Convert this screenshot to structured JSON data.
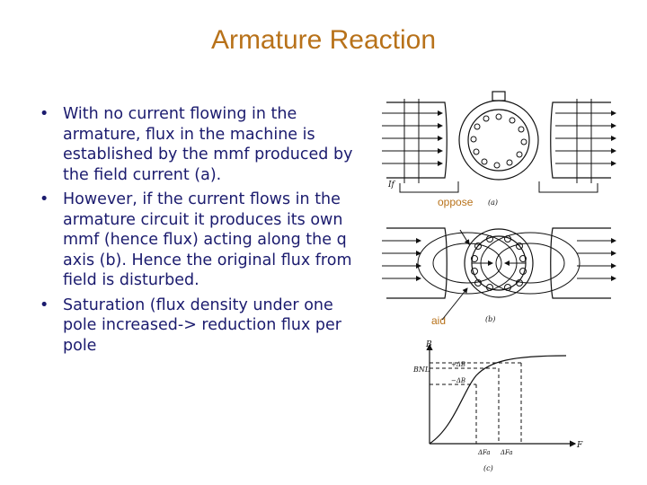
{
  "slide": {
    "title": "Armature Reaction",
    "bullets": [
      "With no current flowing in the armature, flux in the machine is established by the mmf produced by the field current (a).",
      "However, if the current flows in the armature circuit it produces its own mmf (hence flux) acting along the q axis (b). Hence the original flux from field is disturbed.",
      "Saturation (flux density under one pole increased-> reduction flux per pole"
    ]
  },
  "figure": {
    "annotations": {
      "oppose": "oppose",
      "aid": "aid"
    },
    "panel_a": {
      "label": "(a)",
      "current_label": "If"
    },
    "panel_b": {
      "label": "(b)"
    },
    "panel_c": {
      "label": "(c)",
      "y_axis": "B",
      "x_axis": "F",
      "bnl_label": "BNL",
      "plus_delta_b": "+ΔB",
      "minus_delta_b": "−ΔB",
      "delta_f_a": "ΔFa",
      "delta_f_b": "ΔFa"
    },
    "colors": {
      "annotation": "#b8721a",
      "text": "#1b1b6e"
    }
  }
}
